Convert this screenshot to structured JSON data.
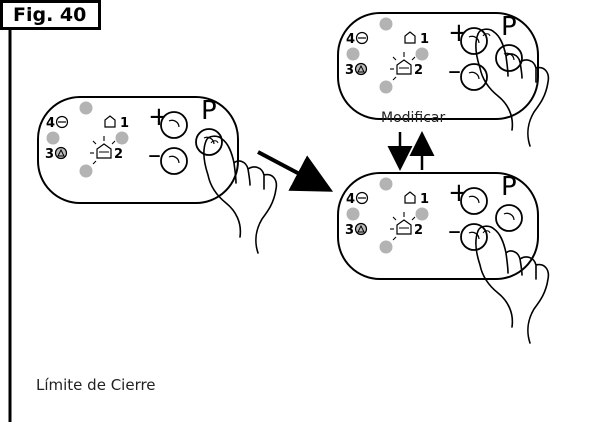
{
  "figure": {
    "tag": "Fig. 40",
    "modify_label": "Modificar",
    "caption": "Límite de Cierre"
  },
  "panel": {
    "indicators": [
      {
        "num": "4",
        "icon": "minus-circle-icon"
      },
      {
        "num": "1",
        "icon": "house-icon"
      },
      {
        "num": "3",
        "icon": "triangle-circle-icon"
      },
      {
        "num": "2",
        "icon": "garage-door-icon",
        "state": "blinking"
      }
    ],
    "plus_label": "+",
    "minus_label": "–",
    "program_label": "P"
  },
  "steps": [
    {
      "id": "step-1",
      "pressed": "P"
    },
    {
      "id": "step-2a",
      "pressed": "+"
    },
    {
      "id": "step-2b",
      "pressed": "-"
    }
  ],
  "colors": {
    "led": "#b3b3b3",
    "stroke": "#000000",
    "panel": "#ffffff",
    "cuff": "#bdbdbd"
  }
}
